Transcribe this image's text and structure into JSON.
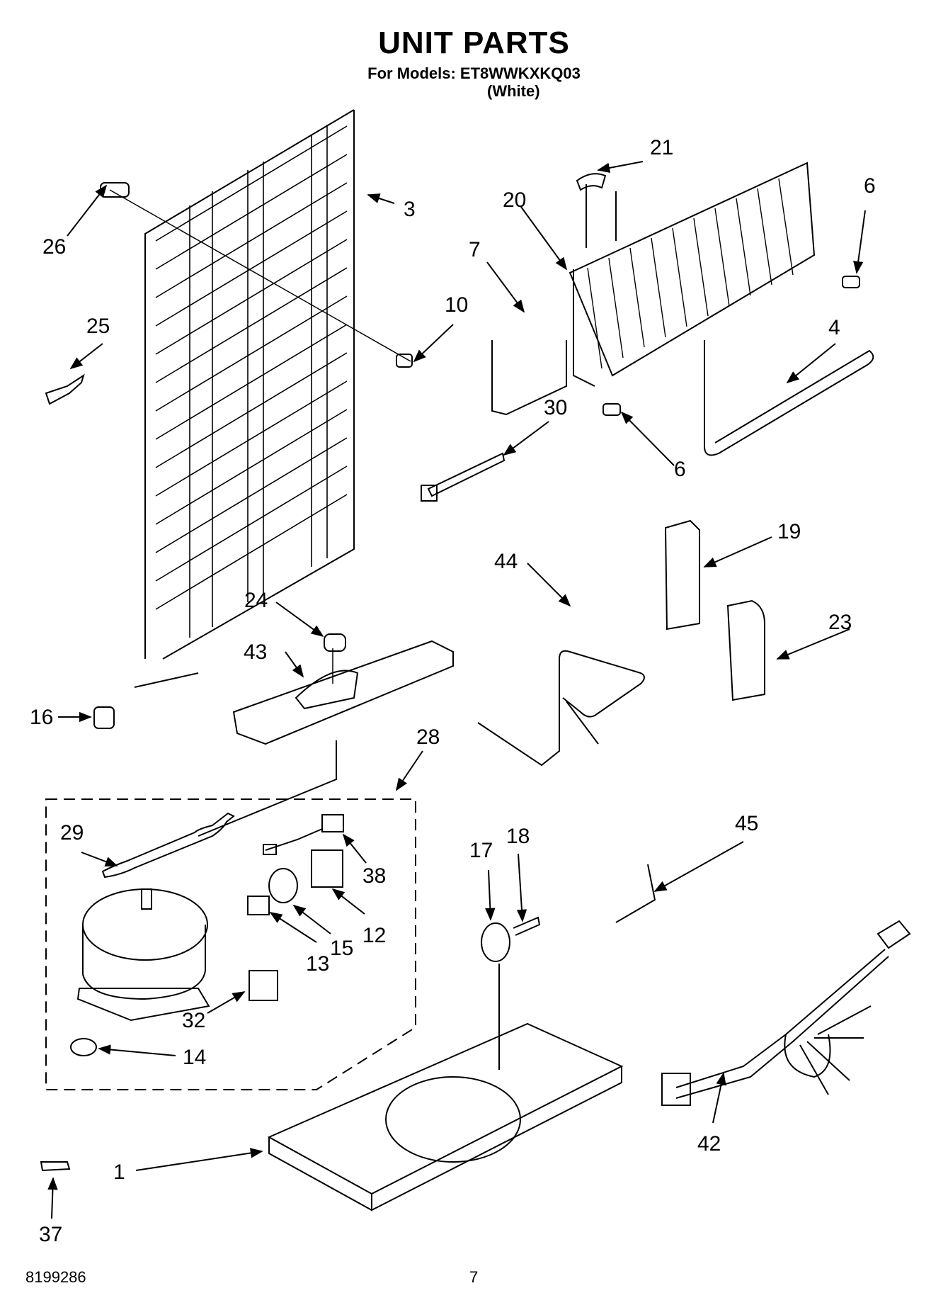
{
  "header": {
    "title": "UNIT PARTS",
    "models": "For Models: ET8WWKXKQ03",
    "variant": "(White)"
  },
  "callouts": [
    {
      "id": "c21",
      "label": "21"
    },
    {
      "id": "c20",
      "label": "20"
    },
    {
      "id": "c6a",
      "label": "6"
    },
    {
      "id": "c3",
      "label": "3"
    },
    {
      "id": "c26",
      "label": "26"
    },
    {
      "id": "c7",
      "label": "7"
    },
    {
      "id": "c10",
      "label": "10"
    },
    {
      "id": "c4",
      "label": "4"
    },
    {
      "id": "c25",
      "label": "25"
    },
    {
      "id": "c30",
      "label": "30"
    },
    {
      "id": "c6b",
      "label": "6"
    },
    {
      "id": "c19",
      "label": "19"
    },
    {
      "id": "c44",
      "label": "44"
    },
    {
      "id": "c24",
      "label": "24"
    },
    {
      "id": "c23",
      "label": "23"
    },
    {
      "id": "c43",
      "label": "43"
    },
    {
      "id": "c16",
      "label": "16"
    },
    {
      "id": "c28",
      "label": "28"
    },
    {
      "id": "c45",
      "label": "45"
    },
    {
      "id": "c29",
      "label": "29"
    },
    {
      "id": "c18",
      "label": "18"
    },
    {
      "id": "c17",
      "label": "17"
    },
    {
      "id": "c38",
      "label": "38"
    },
    {
      "id": "c12",
      "label": "12"
    },
    {
      "id": "c15",
      "label": "15"
    },
    {
      "id": "c13",
      "label": "13"
    },
    {
      "id": "c32",
      "label": "32"
    },
    {
      "id": "c14",
      "label": "14"
    },
    {
      "id": "c42",
      "label": "42"
    },
    {
      "id": "c1",
      "label": "1"
    },
    {
      "id": "c37",
      "label": "37"
    }
  ],
  "footer": {
    "doc_number": "8199286",
    "page_number": "7"
  }
}
